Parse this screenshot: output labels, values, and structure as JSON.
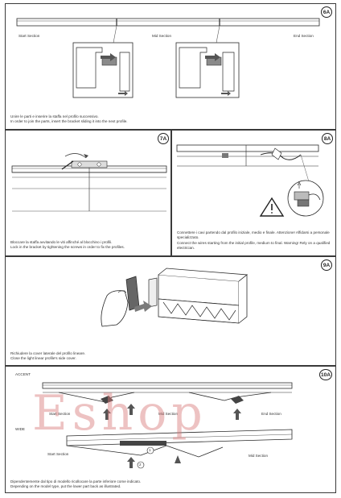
{
  "step6a": {
    "badge": "6A",
    "start_label": "Start Section",
    "mid_label": "Mid Section",
    "end_label": "End Section",
    "caption_it": "Unire le parti e inserire la staffa nel profilo successivo.",
    "caption_en": "In order to join the parts, insert the bracket sliding it into the next profile."
  },
  "step7a": {
    "badge": "7A",
    "caption_it": "Bloccare la staffa avvitando le viti affinché al blocchino i profili.",
    "caption_en": "Lock in the bracket by tightening the screws in order to fix the profiles."
  },
  "step8a": {
    "badge": "8A",
    "caption_it": "Connettere i cavi partendo dal profilo iniziale, medio e finale. Attenzione! Affidarsi a personale specializzato.",
    "caption_en": "Connect the wires starting from the initial profile, medium to final. Warning! Rely on a qualified electrician."
  },
  "step9a": {
    "badge": "9A",
    "caption_it": "Richiudere la cover laterale del profilo lineare.",
    "caption_en": "Close the light linear profile's side cover."
  },
  "step10a": {
    "badge": "10A",
    "accent_label": "ACCENT",
    "wide_label": "WIDE",
    "start_label": "Start Section",
    "mid_label": "Mid Section",
    "end_label": "End Section",
    "wide_start_label": "Start Section",
    "wide_mid_label": "Mid Section",
    "num1": "1",
    "num2": "2",
    "caption_it": "Dipendentemente dal tipo di modello ricollocare la parte inferiore come indicato.",
    "caption_en": "Depending on the model type, put the lower part back as illustrated."
  },
  "watermark": "Eshop",
  "colors": {
    "line": "#2a2a2a",
    "arrow": "#444444",
    "watermark": "#d67878"
  }
}
